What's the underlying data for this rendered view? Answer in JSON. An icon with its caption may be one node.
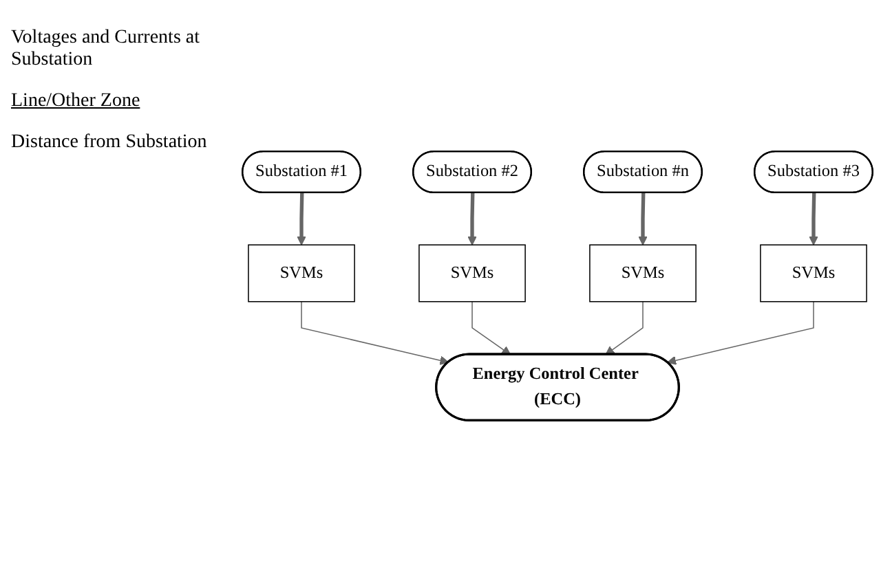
{
  "diagram": {
    "nodes": [
      {
        "text": [
          "Substation #1"
        ]
      },
      {
        "text": [
          "Substation #2"
        ]
      },
      {
        "text": [
          "SVMs"
        ]
      },
      {
        "text": [
          "SVMs"
        ]
      },
      {
        "text": [
          "Energy Control Center (ECC)"
        ]
      },
      {
        "text": [
          "SVMs"
        ]
      },
      {
        "text": [
          "SVMs"
        ]
      },
      {
        "text": [
          "Substation #3"
        ]
      },
      {
        "text": [
          "Substation #n"
        ]
      }
    ],
    "edges": [
      {
        "from": 0,
        "to": 2,
        "arrow": "to",
        "style": "thick"
      },
      {
        "from": 1,
        "to": 3,
        "arrow": "to",
        "style": "thick"
      },
      {
        "from": 2,
        "to": 4,
        "arrow": "to"
      },
      {
        "from": 3,
        "to": 4,
        "arrow": "to"
      },
      {
        "from": 5,
        "to": 4,
        "arrow": "to"
      },
      {
        "from": 6,
        "to": 4,
        "arrow": "to"
      },
      {
        "from": 7,
        "to": 6,
        "arrow": "to",
        "style": "thick"
      },
      {
        "from": 8,
        "to": 5,
        "arrow": "to",
        "style": "thick"
      }
    ],
    "labels": [
      "Voltages and Currents at Substation",
      "Line/Other Zone",
      "Distance from Substation"
    ]
  }
}
